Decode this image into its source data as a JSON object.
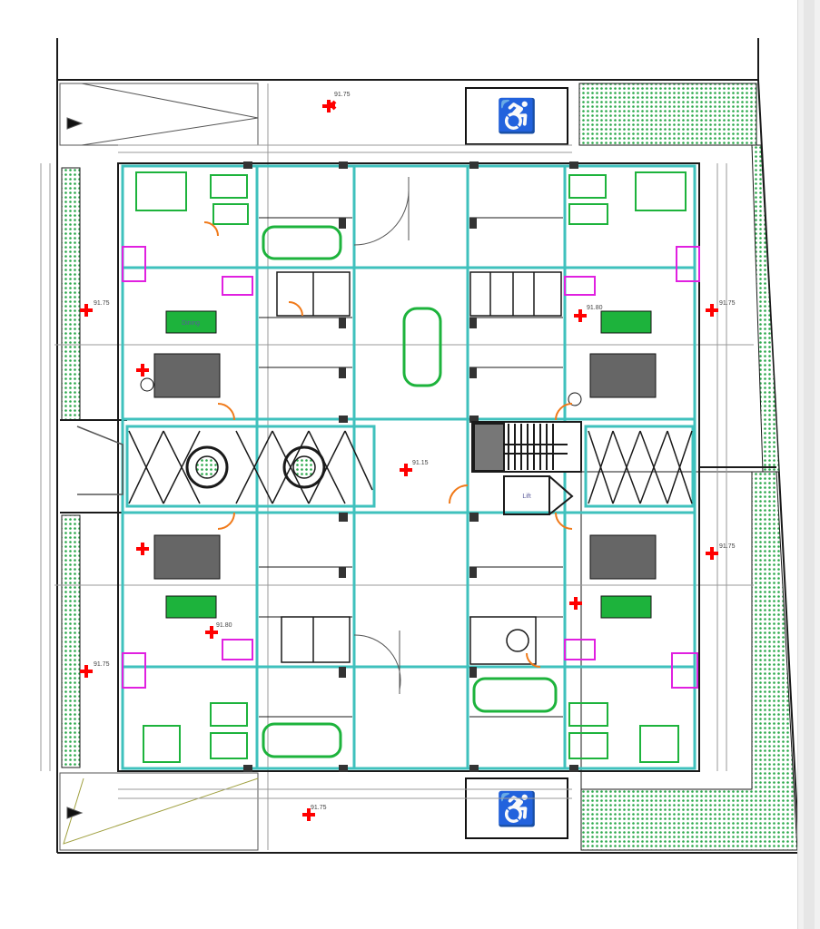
{
  "drawing": {
    "type": "architectural floor plan",
    "elevation_labels": {
      "top_road": "91.75",
      "bottom_road": "91.75",
      "lobby": "91.15",
      "left_upper": "91.75",
      "left_lower": "91.75",
      "right_upper": "91.75",
      "right_lower": "91.75",
      "unit_ne": "91.80",
      "unit_sw": "91.80"
    },
    "room_labels": {
      "living_table": "Dining",
      "lift": "Lift"
    },
    "colors": {
      "wall": "#1a1a1a",
      "corridor": "#3fc1bd",
      "furniture": "#1db33c",
      "bath": "#e020e0",
      "door": "#f07a1a",
      "marker": "#ff0000",
      "landscape": "#2aa84a"
    }
  }
}
